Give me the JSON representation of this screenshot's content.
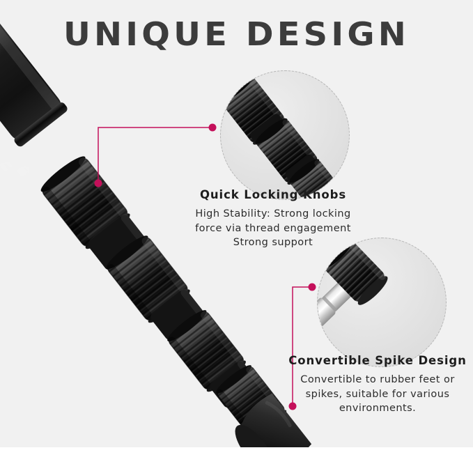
{
  "page": {
    "title": "UNIQUE DESIGN",
    "background_color": "#f1f1f1",
    "title_color": "#3c3c3c",
    "accent_color": "#c4105a",
    "inset_border_color": "#b5b5b5"
  },
  "callouts": [
    {
      "id": "quick-locking-knobs",
      "title": "Quick Locking Knobs",
      "body_lines": [
        "High Stability:  Strong locking",
        "force via thread engagement",
        "Strong support"
      ],
      "inset_icon": "tripod-leg-knobs-closeup"
    },
    {
      "id": "convertible-spike-design",
      "title": "Convertible Spike Design",
      "body_lines": [
        "Convertible to rubber feet or",
        "spikes, suitable for various",
        "environments."
      ],
      "inset_icon": "convertible-spike-closeup"
    }
  ],
  "product": {
    "name": "tripod-leg",
    "description": "Black ribbed telescoping tripod leg with lock markings and rubber foot",
    "lock_marking": "lock-arrow-icon"
  }
}
